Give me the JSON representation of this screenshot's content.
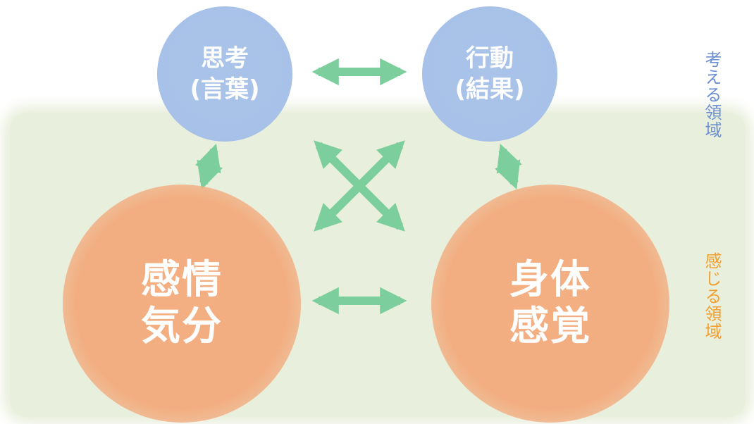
{
  "nodes": {
    "thought": {
      "line1": "思考",
      "line2": "(言葉)"
    },
    "action": {
      "line1": "行動",
      "line2": "(結果)"
    },
    "emotion": {
      "line1": "感情",
      "line2": "気分"
    },
    "body": {
      "line1": "身体",
      "line2": "感覚"
    }
  },
  "zones": {
    "thinking_label": "考える領域",
    "feeling_label": "感じる領域"
  },
  "colors": {
    "thinking_circle": "#a8c2e8",
    "feeling_circle": "#f2ad80",
    "feeling_zone": "#e9efdd",
    "arrow": "#7ccf9c",
    "thinking_text": "#6b8fd0",
    "feeling_text": "#f0a030"
  }
}
